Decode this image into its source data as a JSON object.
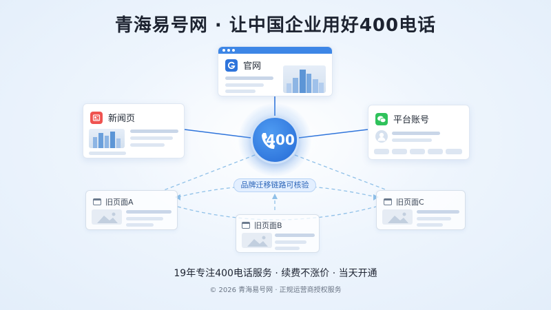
{
  "title": "青海易号网 · 让中国企业用好400电话",
  "hub": {
    "label": "400",
    "caption": "品牌迁移链路可核验",
    "icon": "phone-icon"
  },
  "nodes": {
    "official_site": {
      "label": "官网",
      "icon": "g-logo-icon"
    },
    "news_page": {
      "label": "新闻页",
      "icon": "news-icon"
    },
    "platform_account": {
      "label": "平台账号",
      "icon": "wechat-icon"
    },
    "old_page_a": {
      "label": "旧页面A",
      "icon": "page-icon"
    },
    "old_page_b": {
      "label": "旧页面B",
      "icon": "page-icon"
    },
    "old_page_c": {
      "label": "旧页面C",
      "icon": "page-icon"
    }
  },
  "colors": {
    "accent": "#2e74db",
    "news_red": "#ef5350",
    "wechat_green": "#2fc25b"
  },
  "footer": {
    "tagline": "19年专注400电话服务 · 续费不涨价 · 当天开通",
    "copyright": "© 2026 青海易号网 · 正规运营商授权服务"
  }
}
